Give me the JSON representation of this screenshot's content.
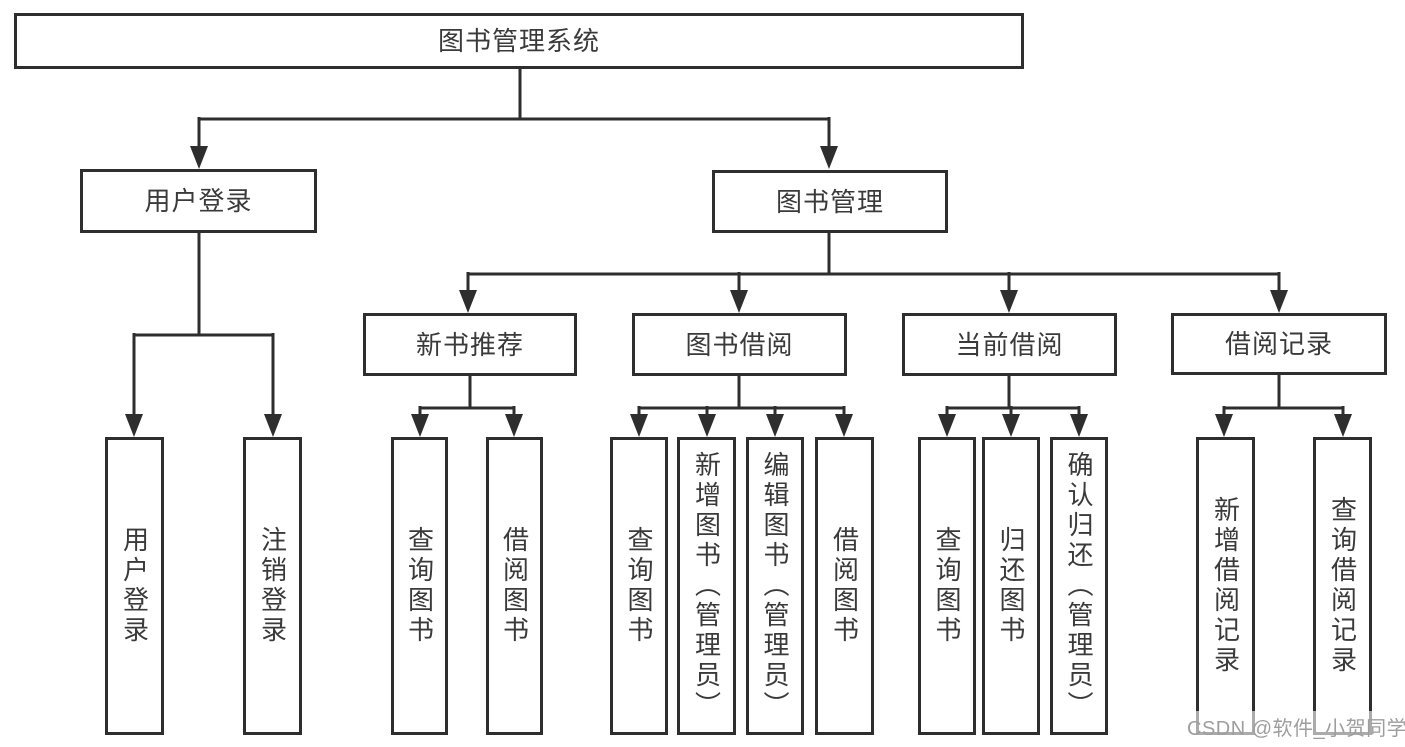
{
  "diagram": {
    "nodes": {
      "root": "图书管理系统",
      "user_login": "用户登录",
      "book_mgmt": "图书管理",
      "new_books": "新书推荐",
      "book_borrow": "图书借阅",
      "current_borrow": "当前借阅",
      "borrow_records": "借阅记录",
      "leaf_user_login": "用户登录",
      "leaf_logout": "注销登录",
      "leaf_nb_query": "查询图书",
      "leaf_nb_borrow": "借阅图书",
      "leaf_bb_query": "查询图书",
      "leaf_bb_add": "新增图书（管理员）",
      "leaf_bb_edit": "编辑图书（管理员）",
      "leaf_bb_borrow": "借阅图书",
      "leaf_cb_query": "查询图书",
      "leaf_cb_return": "归还图书",
      "leaf_cb_confirm": "确认归还（管理员）",
      "leaf_br_add": "新增借阅记录",
      "leaf_br_query": "查询借阅记录"
    },
    "watermark": "CSDN @软件_小贺同学",
    "colors": {
      "line": "#2e2e2e",
      "text": "#3a3a3a",
      "watermark": "#9e9e9e",
      "background": "#ffffff"
    }
  }
}
